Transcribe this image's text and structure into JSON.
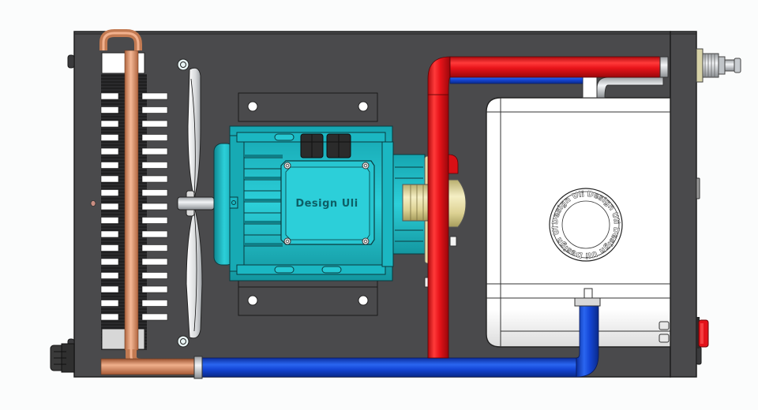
{
  "drawing": {
    "type": "cad-top-view",
    "subject": "cooling unit assembly",
    "motor_label": "Design Uli",
    "tank_cap_label": "Design Uli  Design Uli  Design Uli  Design Uli",
    "colors": {
      "background": "#fbfcfc",
      "frame": "#4a4a4c",
      "frame_outline": "#1e1e1e",
      "motor": "#1fbcc7",
      "motor_dark": "#128d96",
      "hot_pipe": "#e8141a",
      "cold_pipe": "#1446d6",
      "copper": "#d58a62",
      "brass": "#e2d79a",
      "tank": "#ffffff",
      "switch": "#e3121a",
      "fan": "#e6e8ea"
    },
    "components": [
      {
        "id": "radiator",
        "label": "Radiator / heat exchanger"
      },
      {
        "id": "fan",
        "label": "Axial fan"
      },
      {
        "id": "motor",
        "label": "Electric motor"
      },
      {
        "id": "pump",
        "label": "Pump head"
      },
      {
        "id": "tank",
        "label": "Reservoir tank"
      },
      {
        "id": "hot-pipe",
        "label": "Hot water line"
      },
      {
        "id": "cold-pipe",
        "label": "Cold water line"
      },
      {
        "id": "quick-coupling",
        "label": "Quick coupling"
      },
      {
        "id": "power-switch",
        "label": "Power switch"
      },
      {
        "id": "cable-gland",
        "label": "Cable gland"
      }
    ]
  }
}
